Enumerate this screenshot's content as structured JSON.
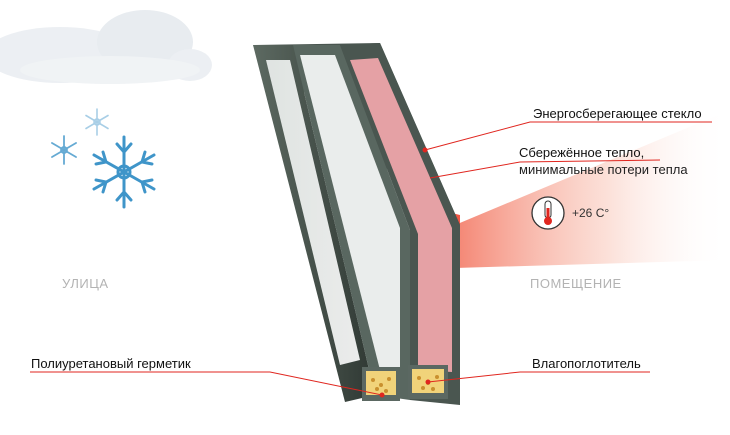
{
  "labels": {
    "outside": "УЛИЦА",
    "inside": "ПОМЕЩЕНИЕ",
    "energy_glass": "Энергосберегающее стекло",
    "heat_saved": "Сбережённое тепло,",
    "heat_loss": "минимальные потери тепла",
    "temperature": "+26 C°",
    "sealant": "Полиуретановый герметик",
    "desiccant": "Влагопоглотитель"
  },
  "icons": [
    "cloud-icon",
    "snowflake-icon",
    "thermometer-icon"
  ],
  "colors": {
    "accent_red": "#e0261f",
    "glass_pink": "#f2a7ad",
    "frame_dark": "#3f4a44",
    "snowflake_blue": "#3f95c9",
    "side_label_gray": "#b3b3b3"
  }
}
